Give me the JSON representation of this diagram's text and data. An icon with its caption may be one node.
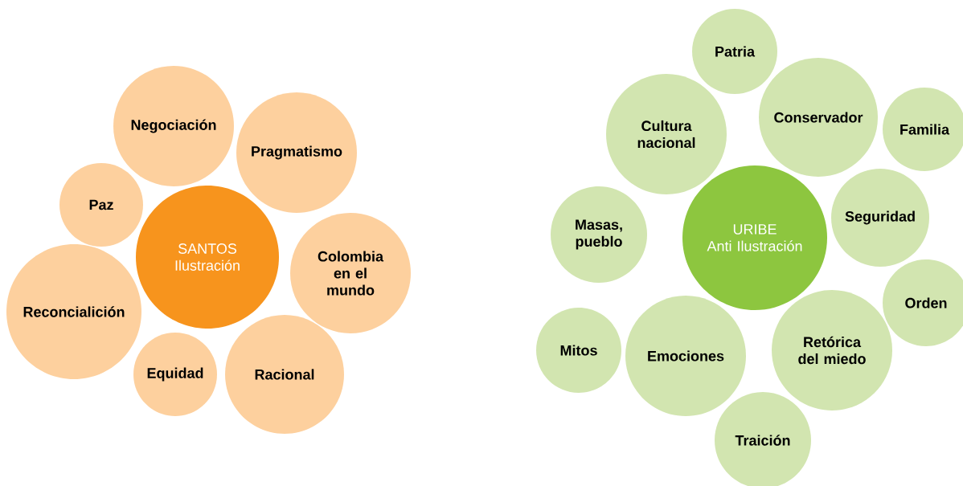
{
  "diagram": {
    "nodes": [
      {
        "text": [
          "Negociación"
        ]
      },
      {
        "text": [
          "Pragmatismo"
        ]
      },
      {
        "text": [
          "Paz"
        ]
      },
      {
        "text": [
          "SANTOS",
          "Ilustración"
        ]
      },
      {
        "text": [
          "Colombia en el mundo"
        ]
      },
      {
        "text": [
          "Reconcialición"
        ]
      },
      {
        "text": [
          "Equidad"
        ]
      },
      {
        "text": [
          "Racional"
        ]
      },
      {
        "text": [
          "Patria"
        ]
      },
      {
        "text": [
          "Cultura nacional"
        ]
      },
      {
        "text": [
          "Conservador"
        ]
      },
      {
        "text": [
          "Familia"
        ]
      },
      {
        "text": [
          "URIBE",
          "Anti Ilustración"
        ]
      },
      {
        "text": [
          "Seguridad"
        ]
      },
      {
        "text": [
          "Masas, pueblo"
        ]
      },
      {
        "text": [
          "Orden"
        ]
      },
      {
        "text": [
          "Mitos"
        ]
      },
      {
        "text": [
          "Emociones"
        ]
      },
      {
        "text": [
          "Retórica del miedo"
        ]
      },
      {
        "text": [
          "Traición"
        ]
      }
    ]
  }
}
